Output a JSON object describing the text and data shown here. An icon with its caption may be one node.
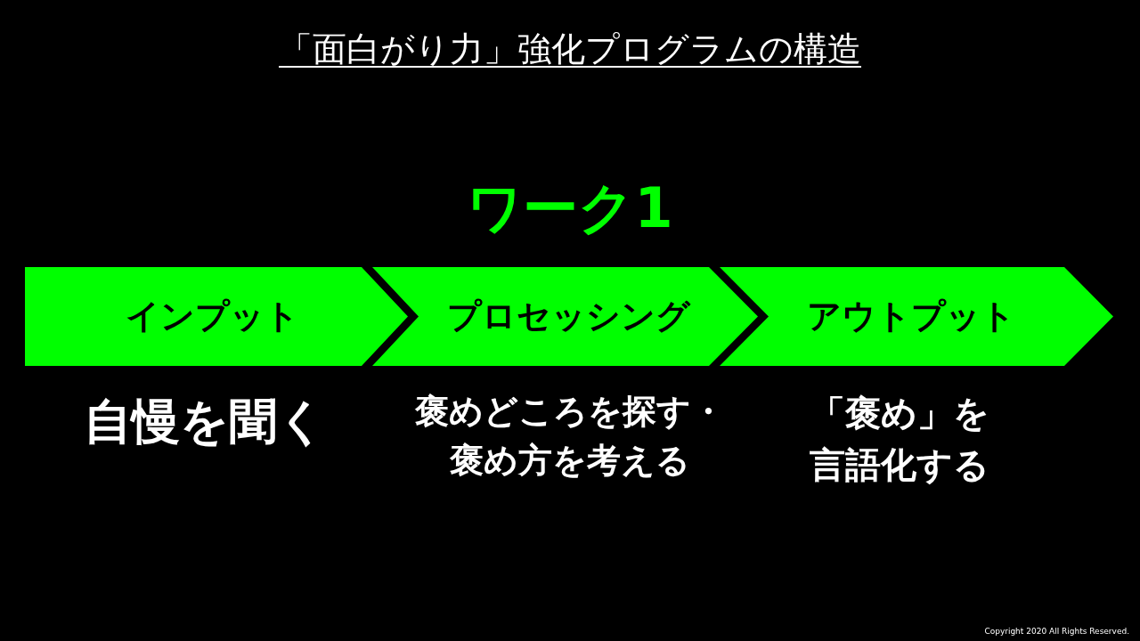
{
  "diagram": {
    "title": "「面白がり力」強化プログラムの構造",
    "nodes": [
      {
        "text": [
          "インプット"
        ],
        "beside": [
          "自慢を聞く"
        ]
      },
      {
        "text": [
          "プロセッシング"
        ],
        "beside": [
          "褒めどころを探す・褒め方を考える"
        ]
      },
      {
        "text": [
          "アウトプット"
        ],
        "beside": [
          "「褒め」を言語化する"
        ]
      }
    ],
    "edges": [],
    "labels": [
      "ワーク1",
      "Copyright 2020 All Rights Reserved."
    ]
  }
}
